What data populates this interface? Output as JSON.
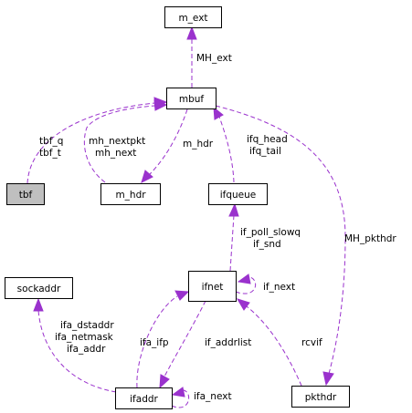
{
  "nodes": {
    "m_ext": "m_ext",
    "mbuf": "mbuf",
    "tbf": "tbf",
    "m_hdr": "m_hdr",
    "ifqueue": "ifqueue",
    "sockaddr": "sockaddr",
    "ifnet": "ifnet",
    "ifaddr": "ifaddr",
    "pkthdr": "pkthdr"
  },
  "edge_labels": {
    "mh_ext": "MH_ext",
    "tbf_q": "tbf_q",
    "tbf_t": "tbf_t",
    "mh_nextpkt": "mh_nextpkt",
    "mh_next": "mh_next",
    "m_hdr": "m_hdr",
    "ifq_head": "ifq_head",
    "ifq_tail": "ifq_tail",
    "mh_pkthdr": "MH_pkthdr",
    "if_poll_slowq": "if_poll_slowq",
    "if_snd": "if_snd",
    "if_next": "if_next",
    "ifa_dstaddr": "ifa_dstaddr",
    "ifa_netmask": "ifa_netmask",
    "ifa_addr": "ifa_addr",
    "ifa_ifp": "ifa_ifp",
    "if_addrlist": "if_addrlist",
    "rcvif": "rcvif",
    "ifa_next": "ifa_next"
  },
  "colors": {
    "edge": "#9a32cd",
    "highlighted_node_fill": "#bfbfbf"
  }
}
